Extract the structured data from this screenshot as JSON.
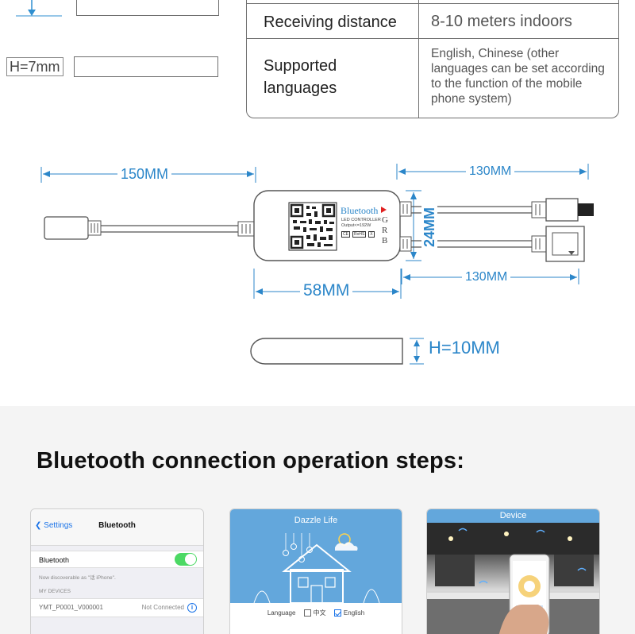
{
  "spec_table": {
    "rows": [
      {
        "key": "Receiving distance",
        "value": "8-10 meters indoors"
      },
      {
        "key": "Supported languages",
        "value": "English, Chinese (other languages can be set according to the function of the mobile phone system)"
      }
    ]
  },
  "top_left": {
    "height_label": "H=7mm"
  },
  "diagram": {
    "cable_left_length": "150MM",
    "cable_right_top_length": "130MM",
    "cable_right_bottom_length": "130MM",
    "body_width": "58MM",
    "body_height": "24MM",
    "body_thickness": "H=10MM",
    "device_brand": "Bluetooth",
    "device_subtitle": "LED CONTROLLER",
    "device_output": "Output<=192W",
    "device_marks": [
      "CE",
      "RoHS",
      "X"
    ],
    "channel_letters": [
      "G",
      "R",
      "B"
    ]
  },
  "steps": {
    "title": "Bluetooth connection operation steps:",
    "screen1": {
      "back_label": "Settings",
      "title": "Bluetooth",
      "bluetooth_label": "Bluetooth",
      "discoverable_text": "Now discoverable as \"话 iPhone\".",
      "section_label": "MY DEVICES",
      "device_name": "YMT_P0001_V000001",
      "device_status": "Not Connected"
    },
    "screen2": {
      "app_title": "Dazzle Life",
      "language_label": "Language",
      "lang_chinese": "中文",
      "lang_english": "English"
    },
    "screen3": {
      "title": "Device"
    }
  },
  "colors": {
    "dimension_blue": "#2b86c9",
    "toggle_green": "#4cd964",
    "app_blue": "#63a7dc"
  }
}
